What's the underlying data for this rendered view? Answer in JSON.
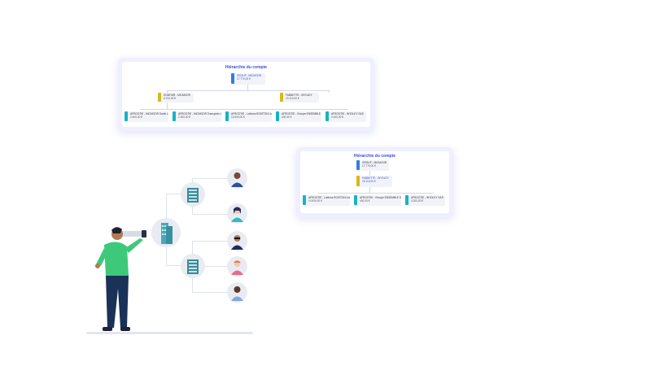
{
  "card_large": {
    "title": "Hiérarchie du compte",
    "root": {
      "name": "GROUP - MICMOOR",
      "amount": "17.770,00 €"
    },
    "level1": [
      {
        "name": "SOMITAR - MICMOOR",
        "amount": "8.700,00 €"
      },
      {
        "name": "FABNETTE - WYDLEY",
        "amount": "19.110,00 €"
      }
    ],
    "level2": [
      {
        "name": "AFROOTIE - MICMOOR South Ltd",
        "amount": "2.400,00 €"
      },
      {
        "name": "AFROOTIE - MICMOOR Transports Ltd",
        "amount": "2.300,00 €"
      },
      {
        "name": "AFROOTIE - Loblons ROISTON Ltd",
        "amount": "10.500,00 €"
      },
      {
        "name": "AFROOTIE - Groupe ENSEMBLE SA",
        "amount": "400,00 €"
      },
      {
        "name": "AFROOTIE - WYDLEY SAS",
        "amount": "4.200,00 €"
      }
    ]
  },
  "card_small": {
    "title": "Hiérarchie du compte",
    "root": {
      "name": "GROUP - MICMOOR",
      "amount": "17.770,00 €"
    },
    "level1": [
      {
        "name": "FABNETTE - WYDLEY",
        "amount": "15.110,00 €"
      }
    ],
    "level2": [
      {
        "name": "AFROOTIE - Loblons ROISTON Ltd",
        "amount": "10.500,00 €"
      },
      {
        "name": "AFROOTIE - Groupe ENSEMBLE SA",
        "amount": "400,00 €"
      },
      {
        "name": "AFROOTIE - WYDLEY SAS",
        "amount": "4.200,00 €"
      }
    ]
  },
  "colors": {
    "accent_blue": "#3b4bd8",
    "root_bar": "#2f7fe0",
    "level1_bar": "#d9b818",
    "level2_bar": "#17b3c4",
    "shirt": "#3ec97a",
    "pants": "#1a3158"
  },
  "icons": [
    "building-icon",
    "office-building-icon",
    "person-avatar-icon",
    "binoculars-icon"
  ]
}
